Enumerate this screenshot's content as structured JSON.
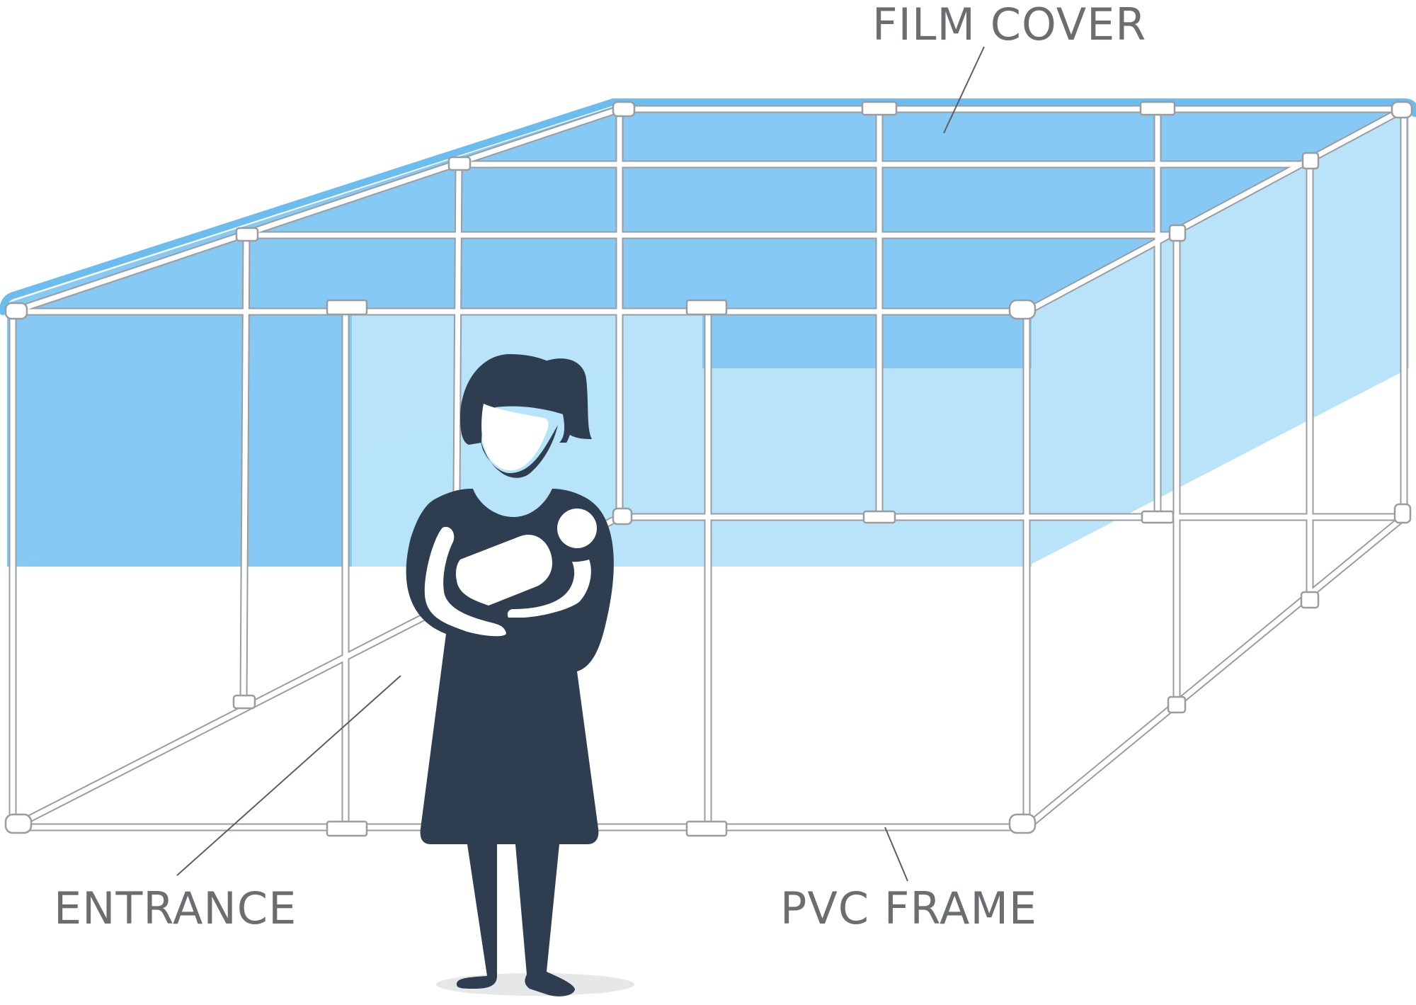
{
  "diagram": {
    "labels": {
      "film_cover": "FILM COVER",
      "entrance": "ENTRANCE",
      "pvc_frame": "PVC FRAME"
    },
    "colors": {
      "film_dark": "#86c9f4",
      "film_light": "#b8e3f9",
      "frame_stroke": "#9a9da0",
      "pipe_fill": "#ffffff",
      "figure": "#2e3d4f",
      "label_text": "#6b6e71",
      "leader_line": "#5b5e61",
      "shadow": "#e6e7e8"
    },
    "icons": {
      "figure": "mother-holding-baby-icon"
    }
  }
}
